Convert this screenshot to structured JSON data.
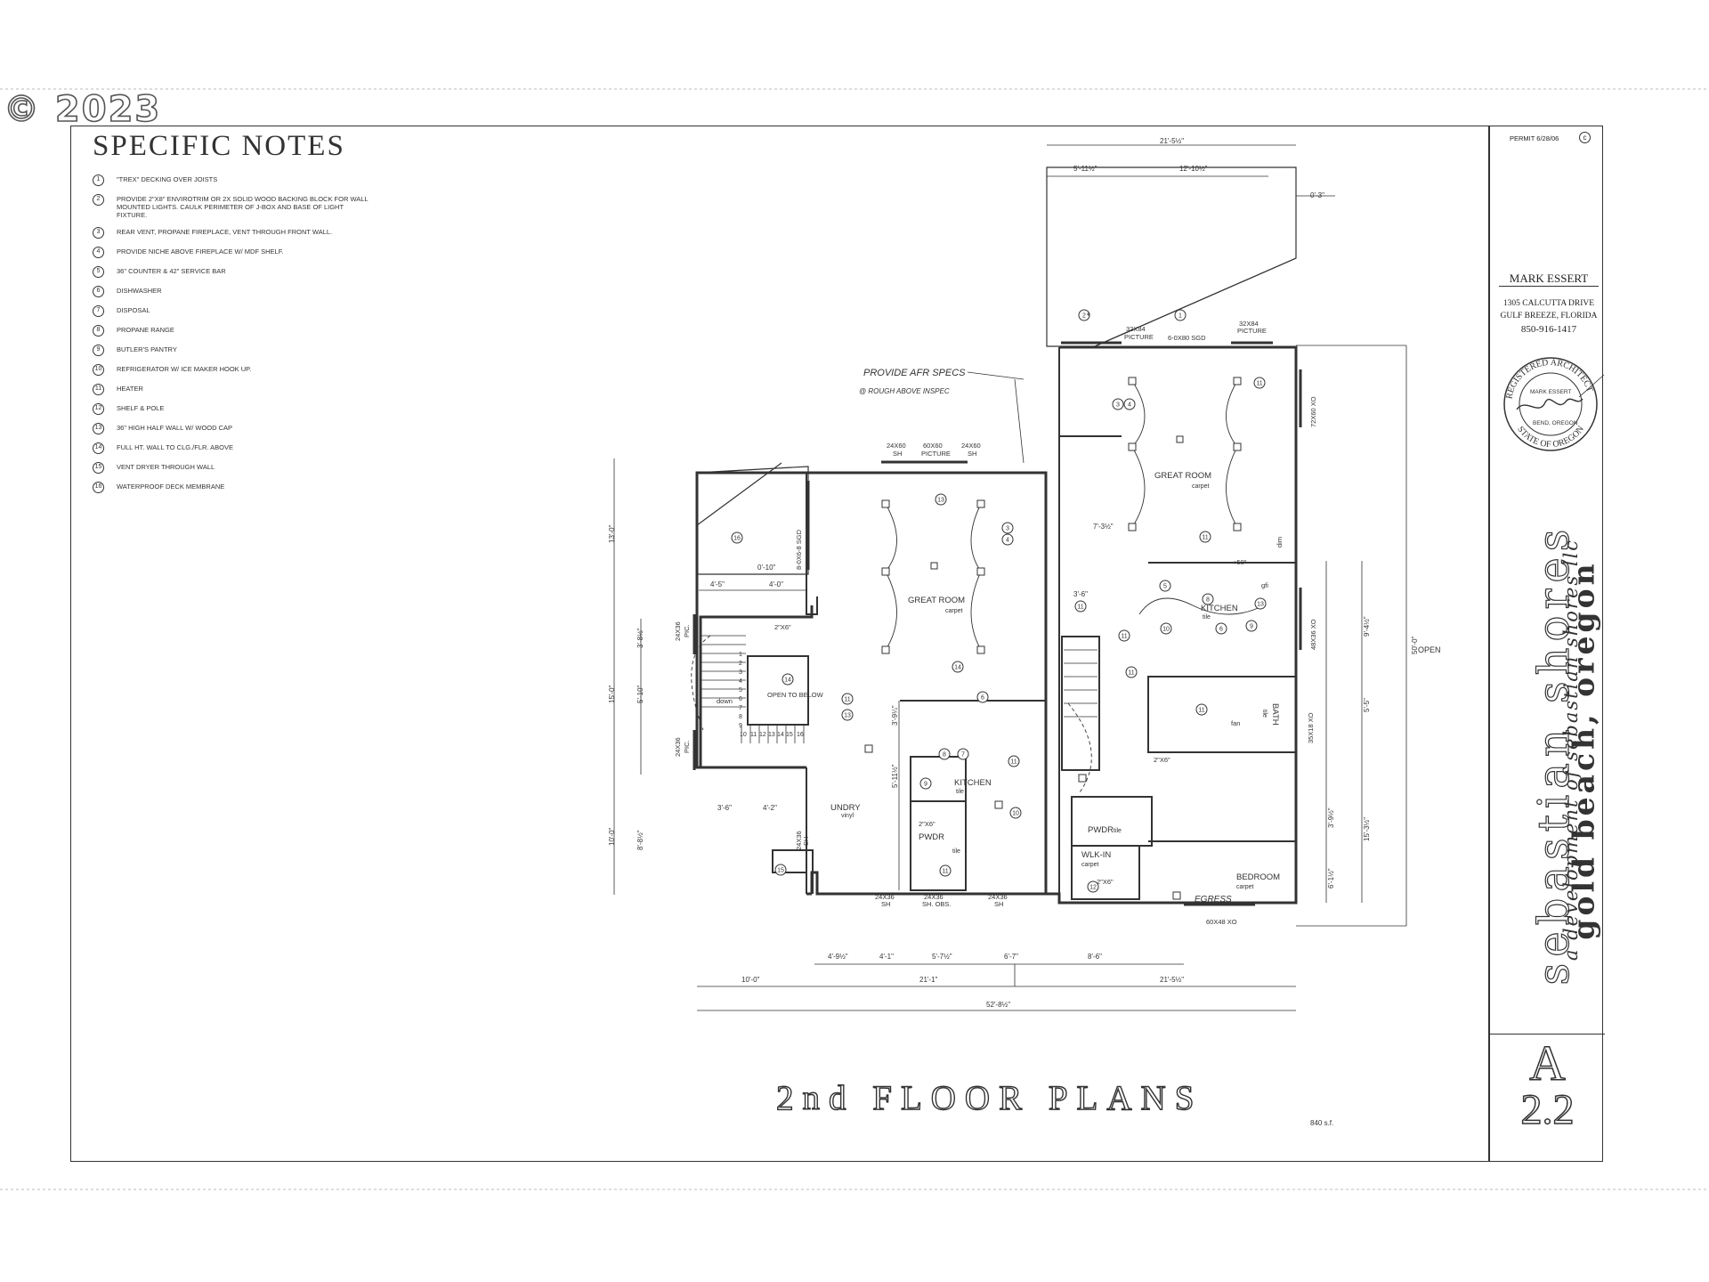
{
  "copyright": "© 2023",
  "notes": {
    "title": "SPECIFIC NOTES",
    "items": [
      {
        "num": "1",
        "text": "\"TREX\" DECKING OVER JOISTS"
      },
      {
        "num": "2",
        "text": "PROVIDE 2\"X8\" ENVIROTRIM OR 2X SOLID WOOD BACKING BLOCK FOR WALL MOUNTED LIGHTS. CAULK PERIMETER OF J-BOX AND BASE OF LIGHT FIXTURE."
      },
      {
        "num": "3",
        "text": "REAR VENT, PROPANE FIREPLACE, VENT THROUGH FRONT WALL."
      },
      {
        "num": "4",
        "text": "PROVIDE NICHE ABOVE FIREPLACE W/ MDF SHELF."
      },
      {
        "num": "5",
        "text": "36\" COUNTER & 42\" SERVICE BAR"
      },
      {
        "num": "6",
        "text": "DISHWASHER"
      },
      {
        "num": "7",
        "text": "DISPOSAL"
      },
      {
        "num": "8",
        "text": "PROPANE RANGE"
      },
      {
        "num": "9",
        "text": "BUTLER'S PANTRY"
      },
      {
        "num": "10",
        "text": "REFRIGERATOR W/ ICE MAKER HOOK UP."
      },
      {
        "num": "11",
        "text": "HEATER"
      },
      {
        "num": "12",
        "text": "SHELF & POLE"
      },
      {
        "num": "13",
        "text": "36\" HIGH HALF WALL W/ WOOD CAP"
      },
      {
        "num": "14",
        "text": "FULL HT. WALL TO CLG./FLR. ABOVE"
      },
      {
        "num": "15",
        "text": "VENT DRYER THROUGH WALL"
      },
      {
        "num": "16",
        "text": "WATERPROOF DECK MEMBRANE"
      }
    ]
  },
  "plan": {
    "title": "2nd FLOOR PLANS",
    "area": "840 s.f.",
    "handwritten_note": "PROVIDE AFR SPECS",
    "handwritten_note_2": "@ ROUGH ABOVE INSPEC",
    "open_label": "OPEN",
    "egress_label": "EGRESS",
    "rooms": [
      {
        "id": "great-room-left",
        "name": "GREAT ROOM",
        "finish": "carpet"
      },
      {
        "id": "great-room-right",
        "name": "GREAT ROOM",
        "finish": "carpet"
      },
      {
        "id": "kitchen-left",
        "name": "KITCHEN",
        "finish": "tile"
      },
      {
        "id": "kitchen-right",
        "name": "KITCHEN",
        "finish": "tile"
      },
      {
        "id": "pwdr-left",
        "name": "PWDR",
        "finish": "tile"
      },
      {
        "id": "pwdr-right",
        "name": "PWDR",
        "finish": "tile"
      },
      {
        "id": "undry",
        "name": "UNDRY",
        "finish": "vinyl"
      },
      {
        "id": "bath",
        "name": "BATH",
        "finish": "tile"
      },
      {
        "id": "walk-in",
        "name": "WLK-IN",
        "finish": "carpet"
      },
      {
        "id": "bedroom",
        "name": "BEDROOM",
        "finish": "carpet"
      },
      {
        "id": "open-below",
        "name": "OPEN TO BELOW",
        "finish": ""
      }
    ],
    "dimensions": {
      "top_total": "21'-5½\"",
      "top_left": "5'-11½\"",
      "top_right": "12'-10½\"",
      "top_offset": "0'-3\"",
      "left_13": "13'-0\"",
      "left_15": "15'-0\"",
      "left_10": "10'-0\"",
      "left_3_8": "3'-8½\"",
      "left_5_10": "5'-10\"",
      "left_8_8": "8'-8½\"",
      "deck_4_5": "4'-5\"",
      "deck_4_0": "4'-0\"",
      "deck_0_10": "0'-10\"",
      "laundry_3_6": "3'-6\"",
      "laundry_4_2": "4'-2\"",
      "kitchen_3_9": "3'-9¼\"",
      "kitchen_5_11": "5'-11½\"",
      "right_7_3": "7'-3½\"",
      "right_3_6": "3'-6\"",
      "right_50": "50'-0\"",
      "right_9_4": "9'-4½\"",
      "right_5_5": "5'-5\"",
      "right_3_9": "3'-9½\"",
      "right_15_3": "15'-3½\"",
      "right_6_1": "6'-1½\"",
      "bottom_4_9": "4'-9½\"",
      "bottom_4_1": "4'-1\"",
      "bottom_5_7": "5'-7½\"",
      "bottom_6_7": "6'-7\"",
      "bottom_8_6": "8'-6\"",
      "bottom_10": "10'-0\"",
      "bottom_21_1": "21'-1\"",
      "bottom_21_5": "21'-5½\"",
      "bottom_total": "52'-8½\""
    },
    "windows": {
      "top_24x60_a": "24X60",
      "top_sh_a": "SH",
      "top_60x60": "60X60",
      "top_picture": "PICTURE",
      "top_24x60_b": "24X60",
      "top_sh_b": "SH",
      "sgd_left": "8-0X6-8 SGD",
      "w32x84_a": "32X84",
      "pic_a": "PICTURE",
      "sgd_top": "6-0X80 SGD",
      "w32x84_b": "32X84",
      "pic_b": "PICTURE",
      "xo_72x60": "72X60 XO",
      "xo_48x36": "48X36 XO",
      "pic_24x36_a": "24X36",
      "pic_label_a": "PIC.",
      "pic_24x36_b": "24X36",
      "pic_label_b": "PIC.",
      "sh_24x36": "24X36",
      "sh_label": "SH",
      "bottom_24x36_a": "24X36",
      "bottom_sh_a": "SH",
      "bottom_24x36_b": "24X36",
      "bottom_sh_obs": "SH. OBS.",
      "bottom_24x36_c": "24X36",
      "bottom_sh_c": "SH",
      "bed_60x48": "60X48 XO",
      "bath_xo": "35X18 XO",
      "door_2x68_a": "2\"X6\"",
      "door_2x68_b": "2\"X6\"",
      "door_2x68_c": "2\"X6\"",
      "door_2x68_d": "2\"X6\"",
      "down": "down",
      "fan": "fan",
      "dim": "dim",
      "gfi": "gfi",
      "plus50": "+50\""
    },
    "stair_numbers": [
      "10",
      "11",
      "12",
      "13",
      "14",
      "15",
      "16"
    ],
    "stair_numbers_up": [
      "1",
      "2",
      "3",
      "4",
      "5",
      "6",
      "7",
      "8",
      "9"
    ]
  },
  "title_block": {
    "permit": "PERMIT 6/28/06",
    "architect": "MARK ESSERT",
    "address1": "1305 CALCUTTA DRIVE",
    "address2": "GULF BREEZE, FLORIDA",
    "phone": "850-916-1417",
    "seal_top": "REGISTERED ARCHITECT",
    "seal_name": "MARK ESSERT",
    "seal_city": "BEND, OREGON",
    "seal_bottom": "STATE OF OREGON",
    "project": "sebastian shores",
    "location": "gold beach, oregon",
    "developer": "a development of sebastian shores llc",
    "sheet_letter": "A",
    "sheet_number": "2.2"
  }
}
